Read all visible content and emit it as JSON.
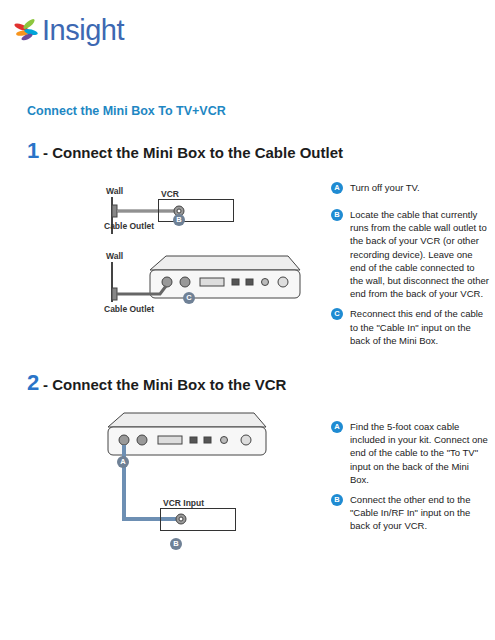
{
  "diagram": {
    "title": "Connect the Mini Box To TV+VCR",
    "nodes": [
      {
        "text": [
          "VCR"
        ]
      },
      {
        "text": [
          "VCR Input"
        ]
      }
    ],
    "labels": [
      "Insight",
      "1",
      "- Connect the Mini Box to the Cable Outlet",
      "Wall",
      "B",
      "Cable Outlet",
      "Wall",
      "C",
      "Cable Outlet",
      "A",
      "Turn off your TV.",
      "B",
      "Locate the cable that currently runs from the cable wall outlet to the back of your VCR (or other recording device). Leave one end of the cable connected to the wall, but disconnect the other end from the back of your VCR.",
      "C",
      "Reconnect this end of the cable to the \"Cable In\" input on the back of the Mini Box.",
      "2",
      "- Connect the Mini Box to the VCR",
      "A",
      "B",
      "A",
      "Find the 5-foot coax cable included in your kit. Connect one end of the cable to the \"To TV\" input on the back of the Mini Box.",
      "B",
      "Connect the other end to the \"Cable In/RF In\" input on the back of your VCR."
    ]
  }
}
